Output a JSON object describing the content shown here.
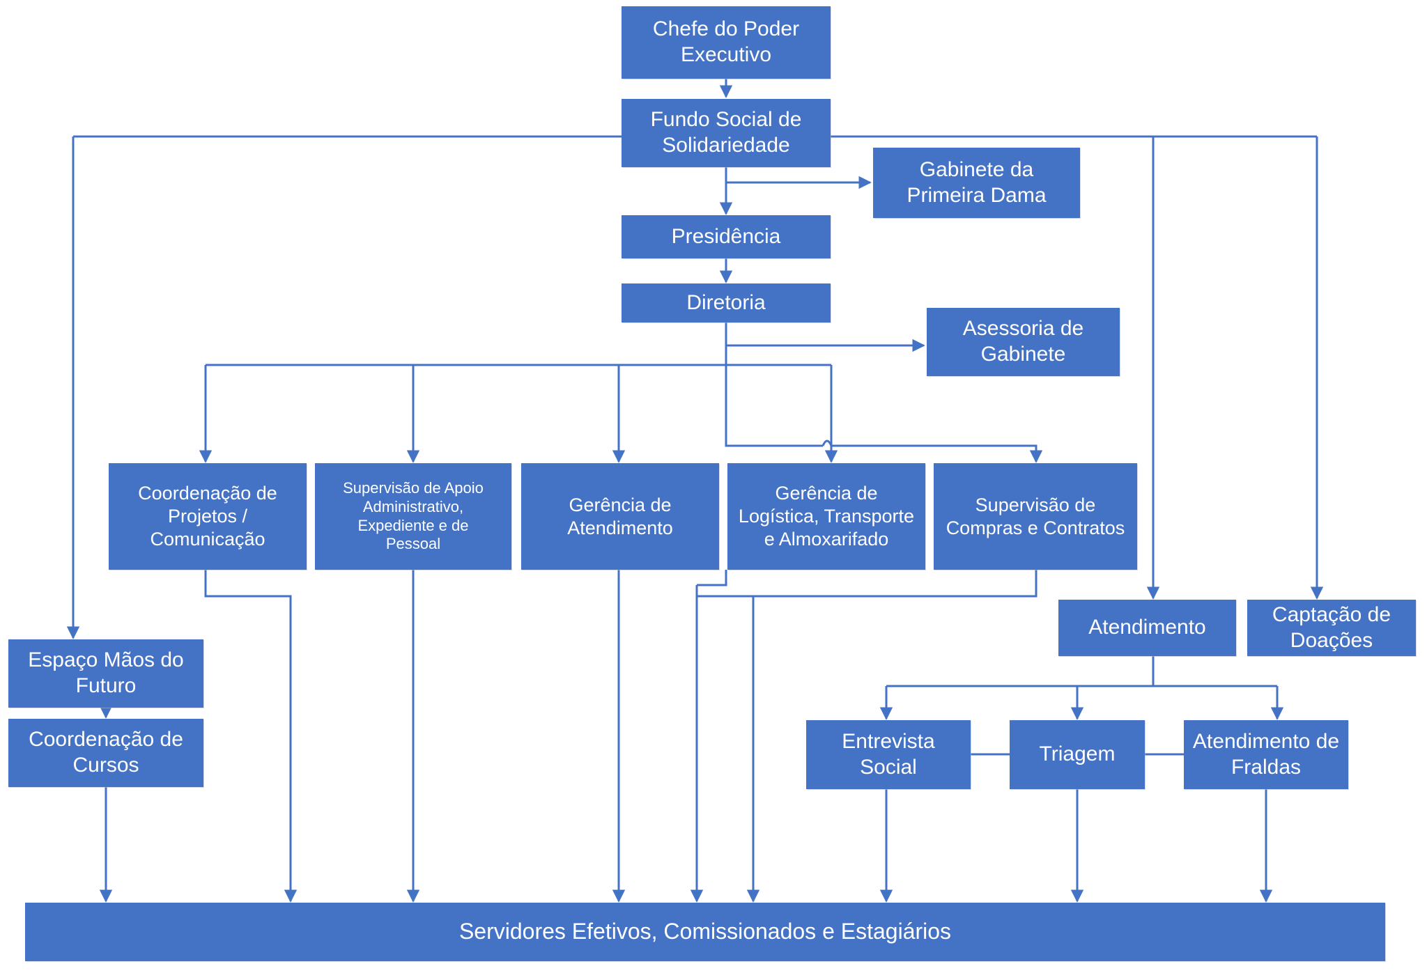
{
  "diagram": {
    "title": "Organograma do Fundo Social de Solidariedade",
    "colors": {
      "node_fill": "#4472C4",
      "node_text": "#FFFFFF",
      "connector": "#4472C4",
      "background": "#FFFFFF"
    },
    "nodes": {
      "chefe_poder_executivo": "Chefe do Poder\nExecutivo",
      "fundo_social": "Fundo Social de\nSolidariedade",
      "gabinete_primeira_dama": "Gabinete da\nPrimeira Dama",
      "presidencia": "Presidência",
      "diretoria": "Diretoria",
      "assessoria_gabinete": "Asessoria de\nGabinete",
      "coordenacao_projetos": "Coordenação de\nProjetos /\nComunicação",
      "supervisao_apoio": "Supervisão de Apoio\nAdministrativo,\nExpediente e de\nPessoal",
      "gerencia_atendimento": "Gerência de\nAtendimento",
      "gerencia_logistica": "Gerência de\nLogística, Transporte\ne Almoxarifado",
      "supervisao_compras": "Supervisão de\nCompras e Contratos",
      "atendimento": "Atendimento",
      "captacao_doacoes": "Captação de\nDoações",
      "espaco_maos_futuro": "Espaço Mãos do\nFuturo",
      "coordenacao_cursos": "Coordenação de\nCursos",
      "entrevista_social": "Entrevista\nSocial",
      "triagem": "Triagem",
      "atendimento_fraldas": "Atendimento de\nFraldas",
      "servidores": "Servidores Efetivos, Comissionados e Estagiários"
    },
    "hierarchy": [
      {
        "from": "chefe_poder_executivo",
        "to": "fundo_social"
      },
      {
        "from": "fundo_social",
        "to": "gabinete_primeira_dama"
      },
      {
        "from": "fundo_social",
        "to": "presidencia"
      },
      {
        "from": "fundo_social",
        "to": "espaco_maos_futuro"
      },
      {
        "from": "fundo_social",
        "to": "atendimento"
      },
      {
        "from": "fundo_social",
        "to": "captacao_doacoes"
      },
      {
        "from": "presidencia",
        "to": "diretoria"
      },
      {
        "from": "diretoria",
        "to": "assessoria_gabinete"
      },
      {
        "from": "diretoria",
        "to": "coordenacao_projetos"
      },
      {
        "from": "diretoria",
        "to": "supervisao_apoio"
      },
      {
        "from": "diretoria",
        "to": "gerencia_atendimento"
      },
      {
        "from": "diretoria",
        "to": "gerencia_logistica"
      },
      {
        "from": "diretoria",
        "to": "supervisao_compras"
      },
      {
        "from": "espaco_maos_futuro",
        "to": "coordenacao_cursos"
      },
      {
        "from": "atendimento",
        "to": "entrevista_social"
      },
      {
        "from": "atendimento",
        "to": "triagem"
      },
      {
        "from": "atendimento",
        "to": "atendimento_fraldas"
      },
      {
        "from": "coordenacao_projetos",
        "to": "servidores"
      },
      {
        "from": "supervisao_apoio",
        "to": "servidores"
      },
      {
        "from": "gerencia_atendimento",
        "to": "servidores"
      },
      {
        "from": "gerencia_logistica",
        "to": "servidores"
      },
      {
        "from": "supervisao_compras",
        "to": "servidores"
      },
      {
        "from": "coordenacao_cursos",
        "to": "servidores"
      },
      {
        "from": "entrevista_social",
        "to": "servidores"
      },
      {
        "from": "triagem",
        "to": "servidores"
      },
      {
        "from": "atendimento_fraldas",
        "to": "servidores"
      }
    ]
  }
}
